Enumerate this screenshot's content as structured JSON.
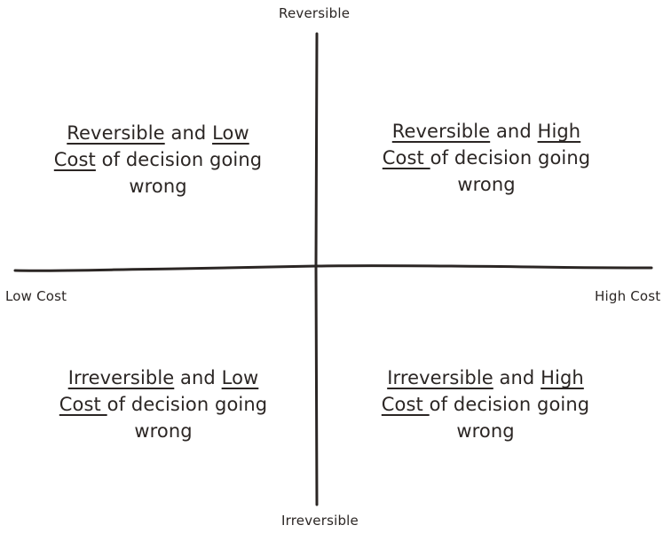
{
  "axes": {
    "top": "Reversible",
    "bottom": "Irreversible",
    "left": "Low Cost",
    "right": "High Cost"
  },
  "quadrants": {
    "top_left": {
      "a": "Reversible",
      "b": " and ",
      "c": "Low",
      "d": "Cost",
      "e": " of decision going",
      "f": "wrong"
    },
    "top_right": {
      "a": "Reversible",
      "b": " and ",
      "c": "High",
      "d": "Cost ",
      "e": "of decision going",
      "f": "wrong"
    },
    "bottom_left": {
      "a": "Irreversible",
      "b": " and ",
      "c": "Low",
      "d": "Cost ",
      "e": "of decision going",
      "f": "wrong"
    },
    "bottom_right": {
      "a": "Irreversible",
      "b": " and ",
      "c": "High",
      "d": "Cost ",
      "e": "of decision going",
      "f": "wrong"
    }
  },
  "colors": {
    "ink": "#2b2624",
    "background": "#ffffff"
  }
}
